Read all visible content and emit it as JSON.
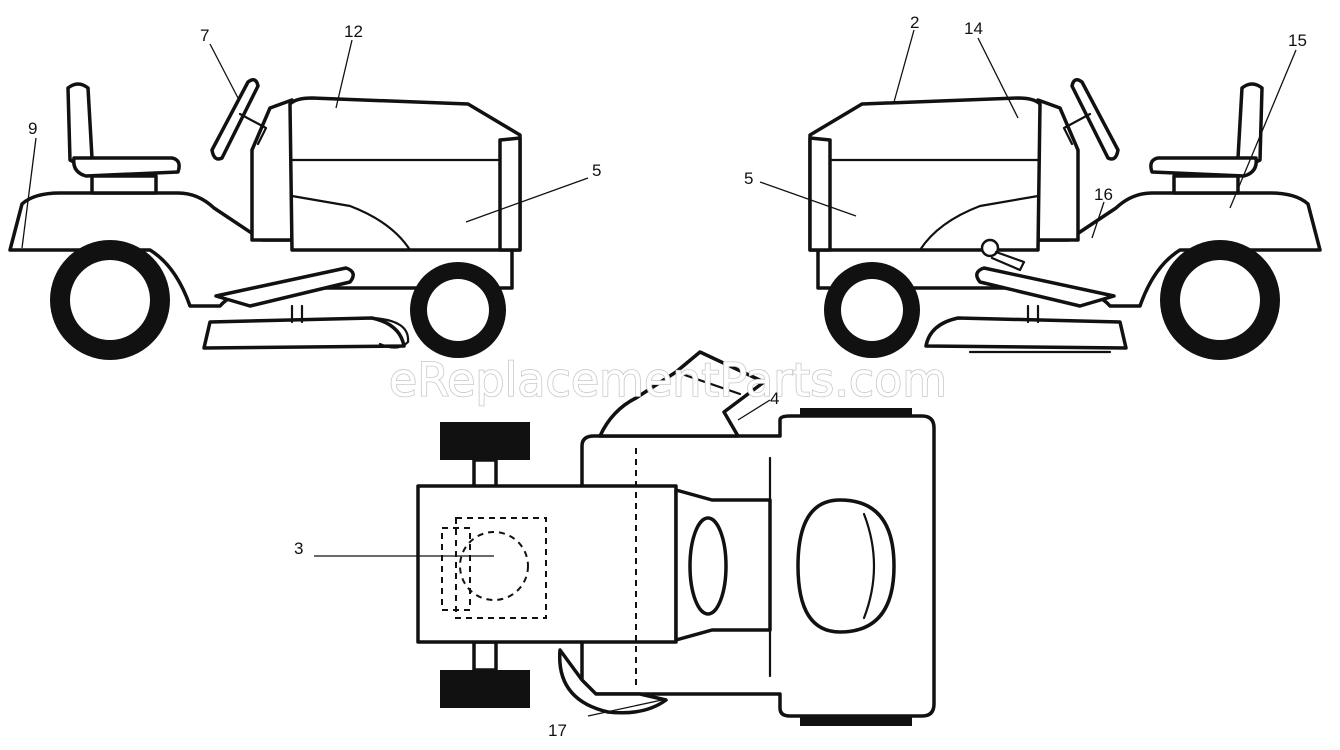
{
  "watermark": "eReplacementParts.com",
  "callouts": {
    "c2": "2",
    "c3": "3",
    "c4": "4",
    "c5_left": "5",
    "c5_right": "5",
    "c7": "7",
    "c9": "9",
    "c12": "12",
    "c14": "14",
    "c15": "15",
    "c16": "16",
    "c17": "17"
  },
  "colors": {
    "line": "#111111",
    "background": "#ffffff",
    "watermark_outline": "#c8c8c8"
  }
}
